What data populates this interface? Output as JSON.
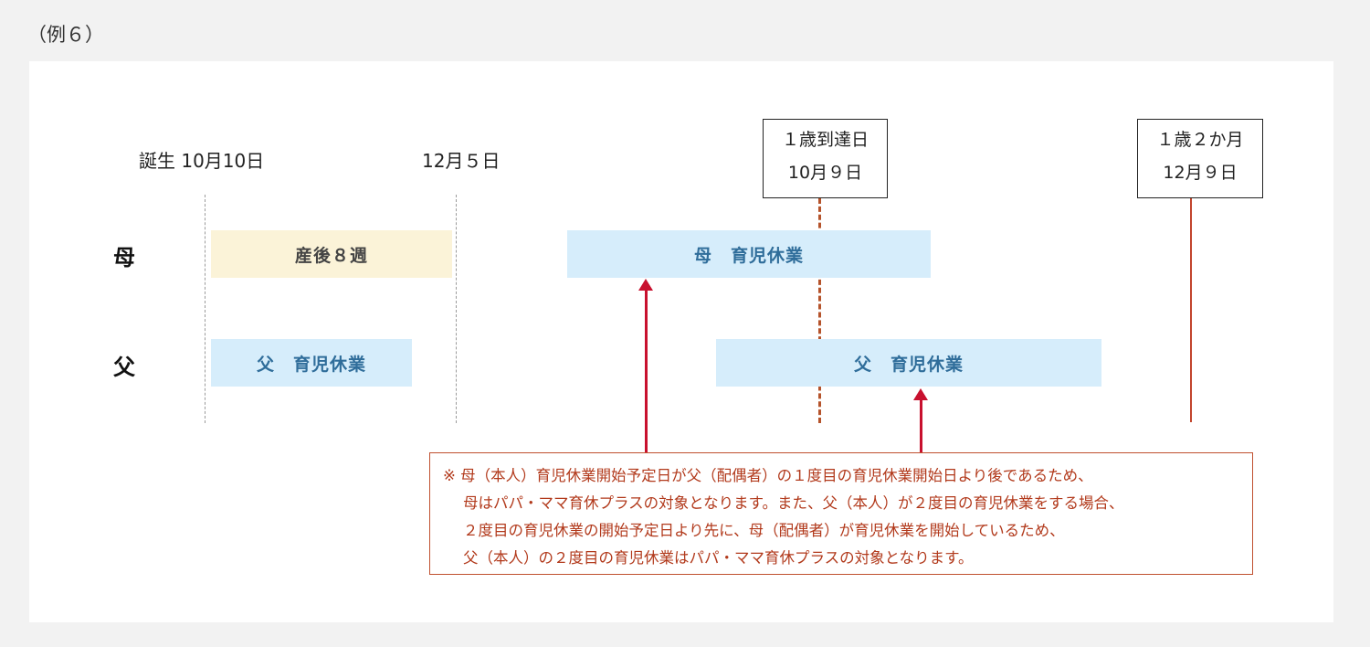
{
  "title": "（例６）",
  "dates": {
    "birth": "誕生 10月10日",
    "dec5": "12月５日"
  },
  "milestones": {
    "age1": {
      "line1": "１歳到達日",
      "line2": "10月９日"
    },
    "age1_2m": {
      "line1": "１歳２か月",
      "line2": "12月９日"
    }
  },
  "rows": {
    "mother": "母",
    "father": "父"
  },
  "bars": {
    "postpartum": "産後８週",
    "mother_leave": "母　育児休業",
    "father_leave_1": "父　育児休業",
    "father_leave_2": "父　育児休業"
  },
  "note": {
    "lines": [
      "※ 母（本人）育児休業開始予定日が父（配偶者）の１度目の育児休業開始日より後であるため、",
      "母はパパ・ママ育休プラスの対象となります。また、父（本人）が２度目の育児休業をする場合、",
      "２度目の育児休業の開始予定日より先に、母（配偶者）が育児休業を開始しているため、",
      "父（本人）の２度目の育児休業はパパ・ママ育休プラスの対象となります。"
    ]
  },
  "colors": {
    "leave_bar": "#d6edfb",
    "postpartum_bar": "#fbf3d8",
    "arrow": "#c8102e",
    "note_text": "#b23a1c"
  }
}
